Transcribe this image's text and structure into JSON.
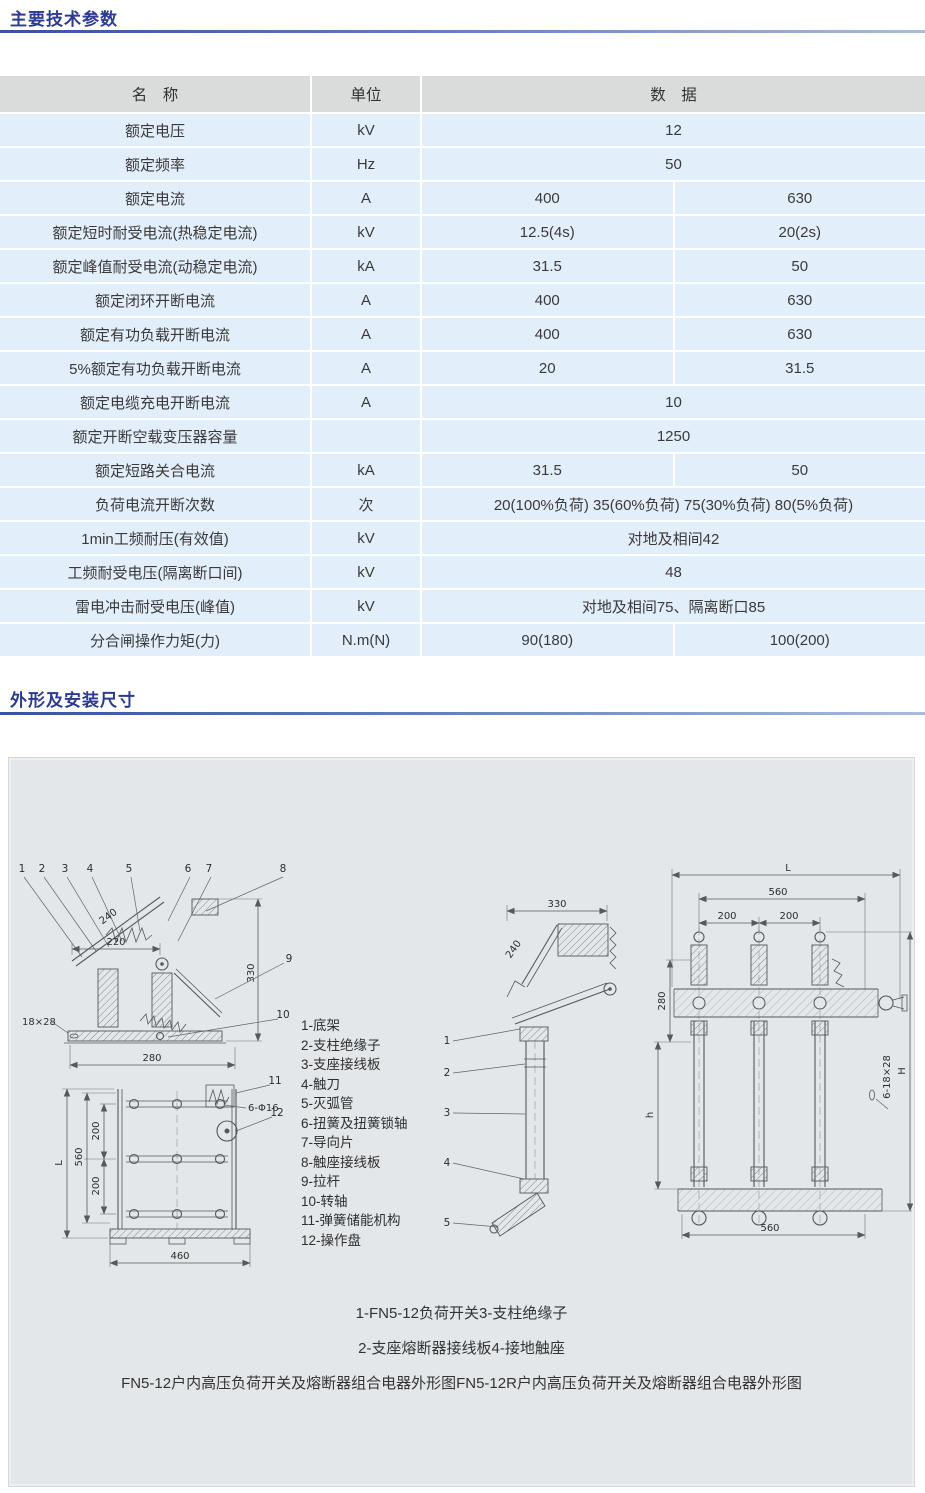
{
  "sections": {
    "params_title": "主要技术参数",
    "outline_title": "外形及安装尺寸"
  },
  "table": {
    "headers": {
      "name": "名　称",
      "unit": "单位",
      "data": "数　据"
    },
    "rows": [
      {
        "name": "额定电压",
        "unit": "kV",
        "values": [
          "12"
        ]
      },
      {
        "name": "额定频率",
        "unit": "Hz",
        "values": [
          "50"
        ]
      },
      {
        "name": "额定电流",
        "unit": "A",
        "values": [
          "400",
          "630"
        ]
      },
      {
        "name": "额定短时耐受电流(热稳定电流)",
        "unit": "kV",
        "values": [
          "12.5(4s)",
          "20(2s)"
        ]
      },
      {
        "name": "额定峰值耐受电流(动稳定电流)",
        "unit": "kA",
        "values": [
          "31.5",
          "50"
        ]
      },
      {
        "name": "额定闭环开断电流",
        "unit": "A",
        "values": [
          "400",
          "630"
        ]
      },
      {
        "name": "额定有功负载开断电流",
        "unit": "A",
        "values": [
          "400",
          "630"
        ]
      },
      {
        "name": "5%额定有功负载开断电流",
        "unit": "A",
        "values": [
          "20",
          "31.5"
        ]
      },
      {
        "name": "额定电缆充电开断电流",
        "unit": "A",
        "values": [
          "10"
        ]
      },
      {
        "name": "额定开断空载变压器容量",
        "unit": "",
        "values": [
          "1250"
        ]
      },
      {
        "name": "额定短路关合电流",
        "unit": "kA",
        "values": [
          "31.5",
          "50"
        ]
      },
      {
        "name": "负荷电流开断次数",
        "unit": "次",
        "values": [
          "20(100%负荷) 35(60%负荷) 75(30%负荷) 80(5%负荷)"
        ]
      },
      {
        "name": "1min工频耐压(有效值)",
        "unit": "kV",
        "values": [
          "对地及相间42"
        ]
      },
      {
        "name": "工频耐受电压(隔离断口间)",
        "unit": "kV",
        "values": [
          "48"
        ]
      },
      {
        "name": "雷电冲击耐受电压(峰值)",
        "unit": "kV",
        "values": [
          "对地及相间75、隔离断口85"
        ]
      },
      {
        "name": "分合闸操作力矩(力)",
        "unit": "N.m(N)",
        "values": [
          "90(180)",
          "100(200)"
        ]
      }
    ]
  },
  "drawing": {
    "left": {
      "part_numbers": [
        "1",
        "2",
        "3",
        "4",
        "5",
        "6",
        "7",
        "8",
        "9",
        "10",
        "11",
        "12"
      ],
      "dims": {
        "d240": "240",
        "d220": "220",
        "d330": "330",
        "slot": "18×28",
        "d280": "280",
        "d200a": "200",
        "d200b": "200",
        "d560": "560",
        "dL": "L",
        "holes": "6-Φ16",
        "d460": "460"
      }
    },
    "legend_items": [
      "1-底架",
      "2-支柱绝缘子",
      "3-支座接线板",
      "4-触刀",
      "5-灭弧管",
      "6-扭簧及扭簧锁轴",
      "7-导向片",
      "8-触座接线板",
      "9-拉杆",
      "10-转轴",
      "11-弹簧储能机构",
      "12-操作盘"
    ],
    "middle": {
      "part_numbers": [
        "1",
        "2",
        "3",
        "4",
        "5"
      ],
      "dims": {
        "d330": "330",
        "d240": "240"
      }
    },
    "right": {
      "dims": {
        "dL": "L",
        "d560_top": "560",
        "d200a": "200",
        "d200b": "200",
        "d280": "280",
        "dh": "h",
        "dH": "H",
        "slots": "6-18×28",
        "d560_bottom": "560"
      }
    },
    "captions": [
      "1-FN5-12负荷开关3-支柱绝缘子",
      "2-支座熔断器接线板4-接地触座",
      "FN5-12户内高压负荷开关及熔断器组合电器外形图FN5-12R户内高压负荷开关及熔断器组合电器外形图"
    ]
  }
}
